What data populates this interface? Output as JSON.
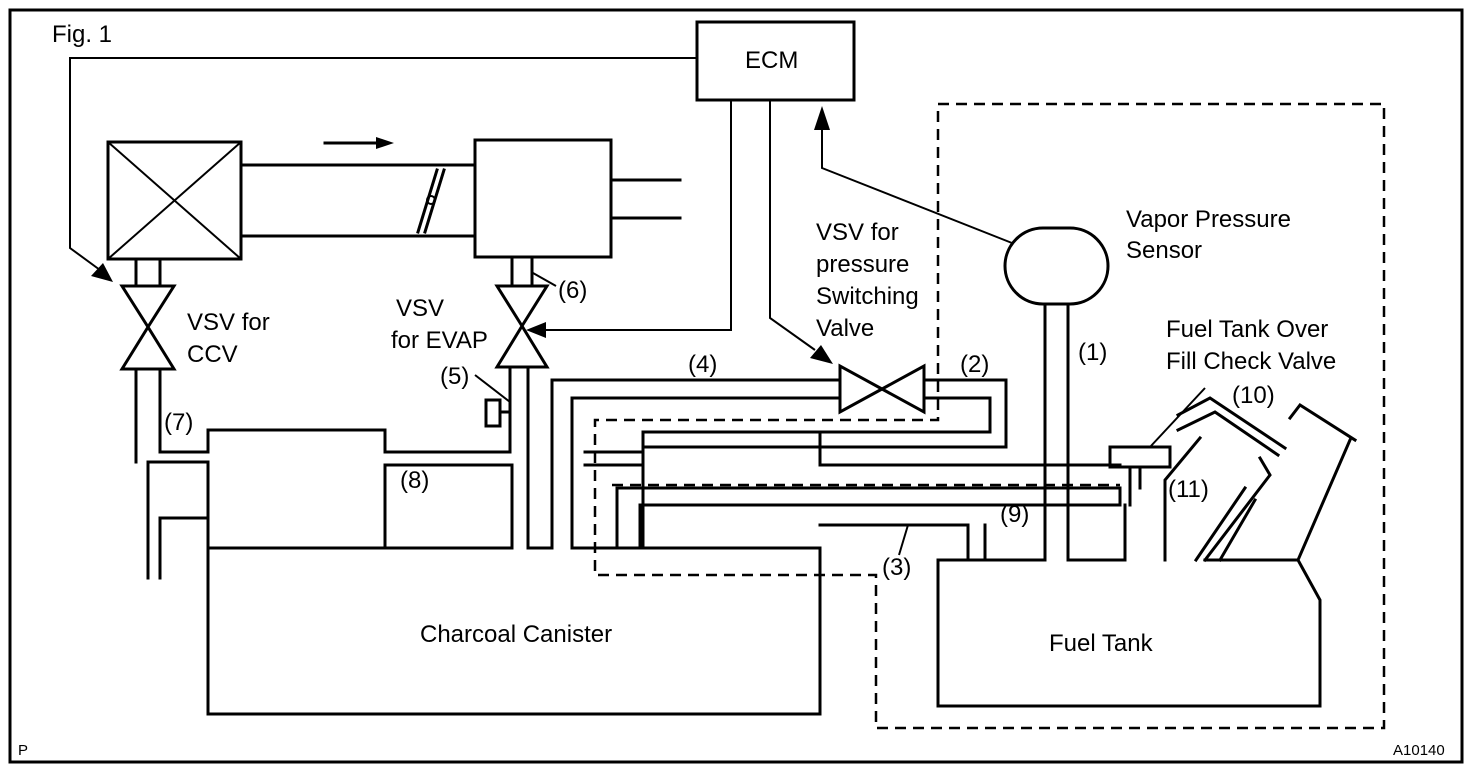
{
  "figure": {
    "title": "Fig. 1",
    "corner_mark": "P",
    "figure_code": "A10140"
  },
  "components": {
    "ecm": "ECM",
    "vapor_pressure_sensor": [
      "Vapor Pressure",
      "Sensor"
    ],
    "vsv_pressure_switching": [
      "VSV for",
      "pressure",
      "Switching",
      "Valve"
    ],
    "vsv_ccv": [
      "VSV for",
      "CCV"
    ],
    "vsv_evap": [
      "VSV",
      "for EVAP"
    ],
    "fuel_tank_over_fill_check_valve": [
      "Fuel Tank Over",
      "Fill Check Valve"
    ],
    "charcoal_canister": "Charcoal Canister",
    "fuel_tank": "Fuel Tank"
  },
  "callouts": {
    "c1": "(1)",
    "c2": "(2)",
    "c3": "(3)",
    "c4": "(4)",
    "c5": "(5)",
    "c6": "(6)",
    "c7": "(7)",
    "c8": "(8)",
    "c9": "(9)",
    "c10": "(10)",
    "c11": "(11)"
  }
}
